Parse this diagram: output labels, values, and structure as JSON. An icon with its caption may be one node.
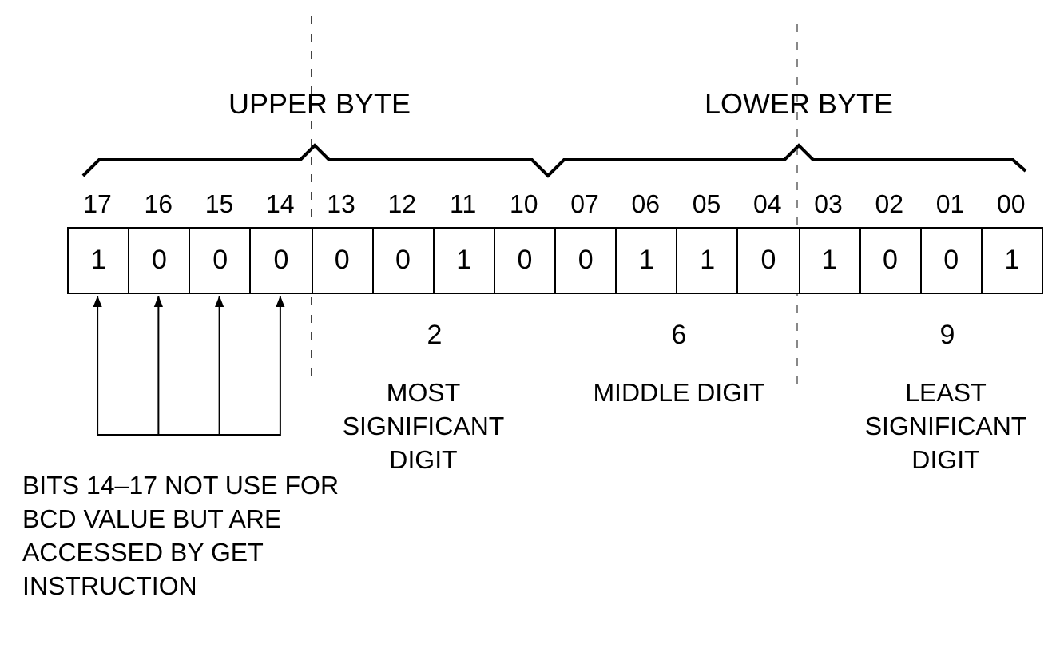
{
  "diagram": {
    "nodes": [
      {
        "text": [
          "1"
        ],
        "beside": [
          "17"
        ]
      },
      {
        "text": [
          "0"
        ],
        "beside": [
          "16"
        ]
      },
      {
        "text": [
          "0"
        ],
        "beside": [
          "15"
        ]
      },
      {
        "text": [
          "0"
        ],
        "beside": [
          "14"
        ]
      },
      {
        "text": [
          "0"
        ],
        "beside": [
          "13"
        ]
      },
      {
        "text": [
          "0"
        ],
        "beside": [
          "12"
        ]
      },
      {
        "text": [
          "1"
        ],
        "beside": [
          "11"
        ]
      },
      {
        "text": [
          "0"
        ],
        "beside": [
          "10"
        ]
      },
      {
        "text": [
          "0"
        ],
        "beside": [
          "07"
        ]
      },
      {
        "text": [
          "1"
        ],
        "beside": [
          "06"
        ]
      },
      {
        "text": [
          "1"
        ],
        "beside": [
          "05"
        ]
      },
      {
        "text": [
          "0"
        ],
        "beside": [
          "04"
        ]
      },
      {
        "text": [
          "1"
        ],
        "beside": [
          "03"
        ]
      },
      {
        "text": [
          "0"
        ],
        "beside": [
          "02"
        ]
      },
      {
        "text": [
          "0"
        ],
        "beside": [
          "01"
        ]
      },
      {
        "text": [
          "1"
        ],
        "beside": [
          "00"
        ]
      }
    ],
    "edges": [
      {
        "from": null,
        "to": 0,
        "arrow": "to"
      },
      {
        "from": null,
        "to": 1,
        "arrow": "to"
      },
      {
        "from": null,
        "to": 2,
        "arrow": "to"
      },
      {
        "from": null,
        "to": 3,
        "arrow": "to"
      }
    ],
    "labels": [
      "UPPER BYTE",
      "LOWER BYTE",
      "2",
      "MOST SIGNIFICANT DIGIT",
      "6",
      "MIDDLE DIGIT",
      "9",
      "LEAST SIGNIFICANT DIGIT",
      "BITS 14–17 NOT USE FOR BCD VALUE BUT ARE ACCESSED BY GET INSTRUCTION"
    ]
  }
}
